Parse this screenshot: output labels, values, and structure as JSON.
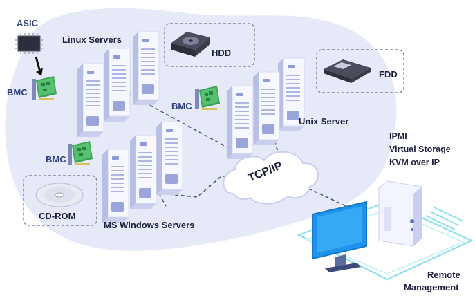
{
  "labels": {
    "asic": "ASIC",
    "bmc_left": "BMC",
    "bmc_mid": "BMC",
    "bmc_lower": "BMC",
    "linux_servers": "Linux Servers",
    "hdd": "HDD",
    "fdd": "FDD",
    "unix_server": "Unix Server",
    "cd_rom": "CD-ROM",
    "ms_windows_servers": "MS Windows Servers",
    "tcp_ip": "TCP/IP",
    "ipmi": "IPMI",
    "virtual_storage": "Virtual Storage",
    "kvm_over_ip": "KVM over IP",
    "remote_management_line1": "Remote",
    "remote_management_line2": "Management"
  },
  "colors": {
    "blob": "#e6e9f7",
    "server_light": "#f7f8ff",
    "server_side": "#c9cfec",
    "server_accent": "#8f9bd6",
    "pcb_green": "#3aa155",
    "dark_text": "#1b1f3a",
    "bmc_text": "#2d3f7c",
    "monitor_blue": "#1e93ee",
    "dash_line": "#4a5076"
  }
}
